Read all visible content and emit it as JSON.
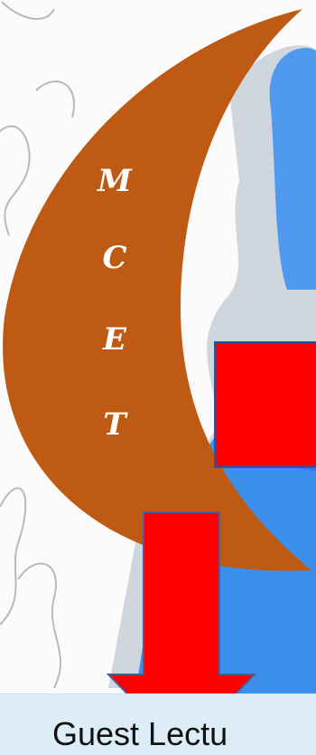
{
  "logo": {
    "letters": [
      "M",
      "C",
      "E",
      "T"
    ]
  },
  "caption": {
    "text": "Guest Lectu"
  },
  "colors": {
    "crescent": "#bf5a14",
    "arrow": "#ff0000",
    "box": "#ff0000",
    "figure": "#3c8fea",
    "caption_bg": "#dcedf7"
  }
}
